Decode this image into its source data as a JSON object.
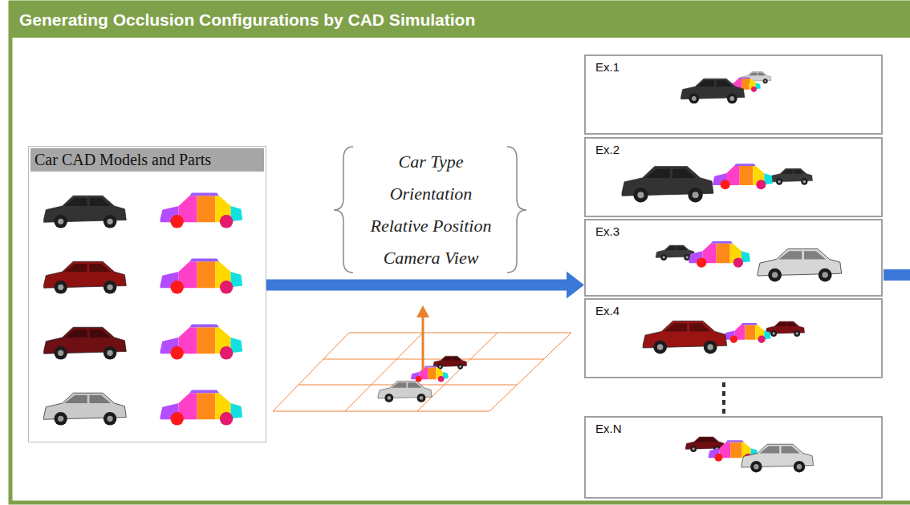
{
  "diagram": {
    "title": "Generating Occlusion Configurations by CAD Simulation",
    "nodes": [
      {
        "text": [
          "Car CAD Models and Parts"
        ]
      },
      {
        "text": [
          "Ex.1"
        ]
      },
      {
        "text": [
          "Ex.2"
        ]
      },
      {
        "text": [
          "Ex.3"
        ]
      },
      {
        "text": [
          "Ex.4"
        ]
      },
      {
        "text": [
          "Ex.N"
        ]
      }
    ],
    "edges": [
      {
        "from": 0,
        "to": 3,
        "arrow": "to"
      }
    ],
    "labels": [
      "Car Type",
      "Orientation",
      "Relative Position",
      "Camera View"
    ]
  }
}
